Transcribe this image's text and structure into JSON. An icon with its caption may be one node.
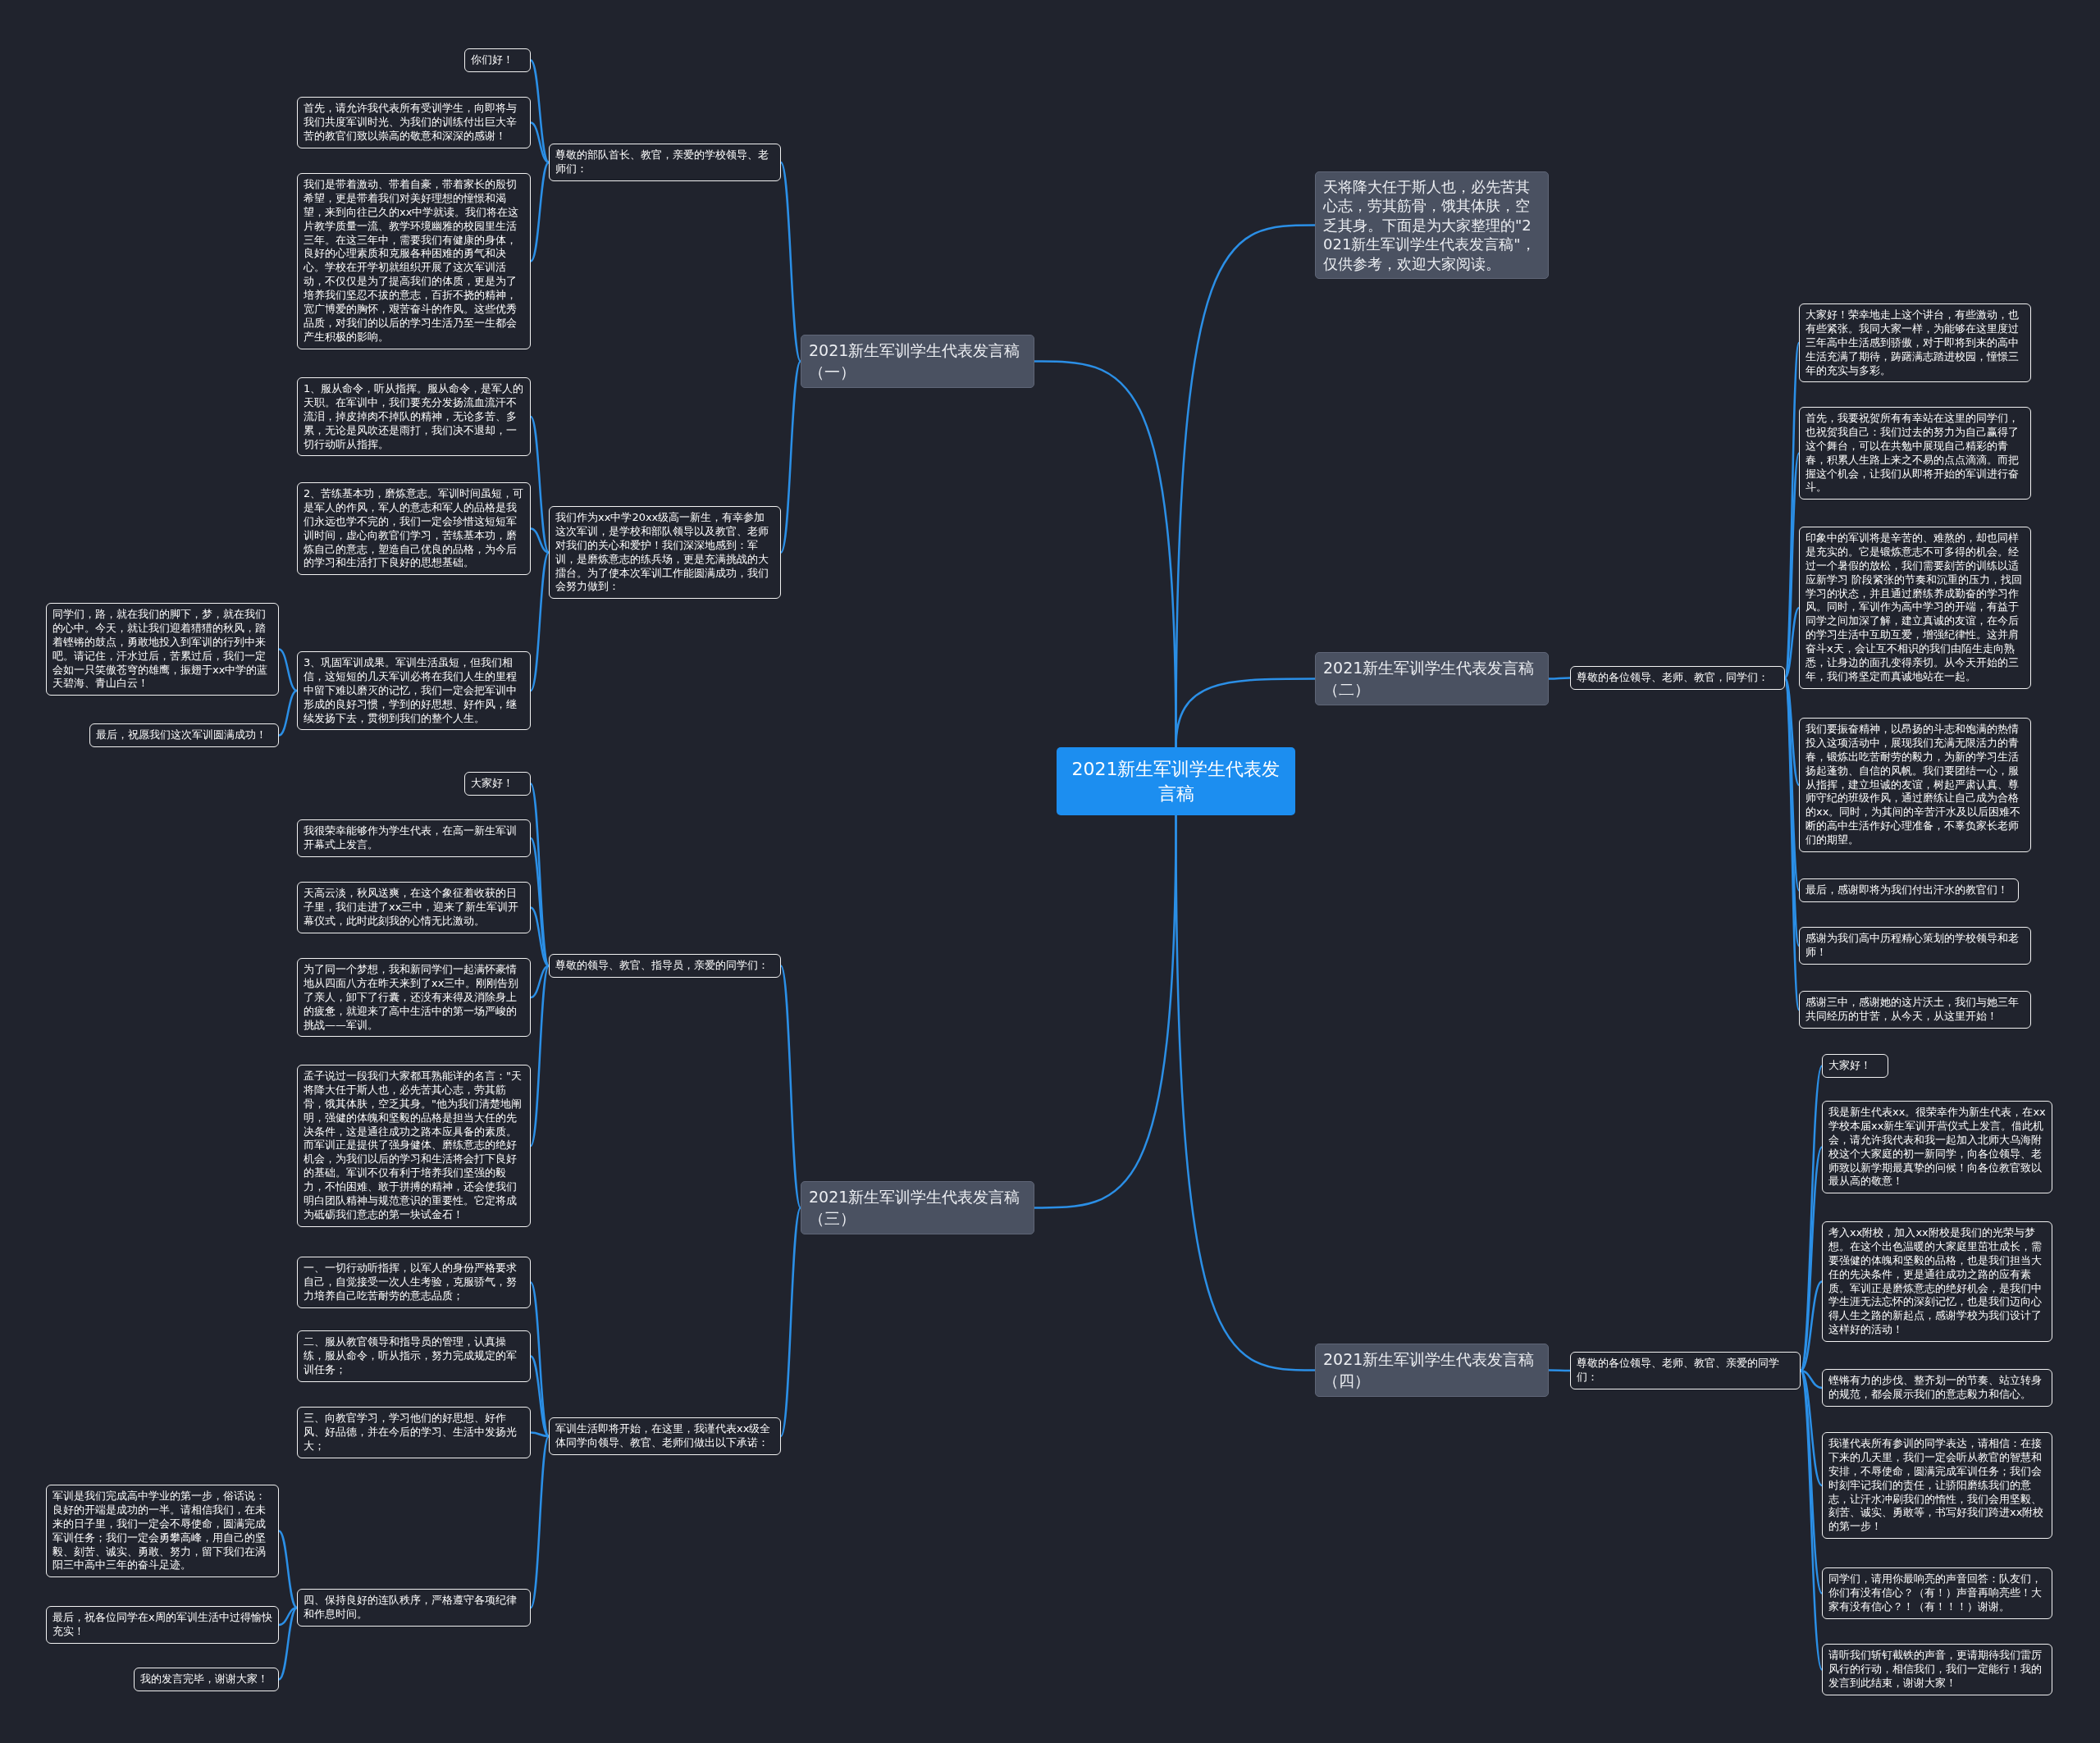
{
  "diagram": {
    "nodes": [
      {
        "text": [
          "2021新生军训学生代表发言稿"
        ]
      },
      {
        "text": [
          "天将降大任于斯人也，必先苦其心志，劳其筋骨，饿其体肤，空乏其身。下面是为大家整理的\"2021新生军训学生代表发言稿\"，仅供参考，欢迎大家阅读。"
        ]
      },
      {
        "text": [
          "2021新生军训学生代表发言稿（一）"
        ]
      },
      {
        "text": [
          "尊敬的部队首长、教官，亲爱的学校领导、老师们："
        ]
      },
      {
        "text": [
          "你们好！"
        ]
      },
      {
        "text": [
          "首先，请允许我代表所有受训学生，向即将与我们共度军训时光、为我们的训练付出巨大辛苦的教官们致以崇高的敬意和深深的感谢！"
        ]
      },
      {
        "text": [
          "我们是带着激动、带着自豪，带着家长的殷切希望，更是带着我们对美好理想的憧憬和渴望，来到向往已久的xx中学就读。我们将在这片教学质量一流、教学环境幽雅的校园里生活三年。在这三年中，需要我们有健康的身体，良好的心理素质和克服各种困难的勇气和决心。学校在开学初就组织开展了这次军训活动，不仅仅是为了提高我们的体质，更是为了培养我们坚忍不拔的意志，百折不挠的精神，宽广博爱的胸怀，艰苦奋斗的作风。这些优秀品质，对我们的以后的学习生活乃至一生都会产生积极的影响。"
        ]
      },
      {
        "text": [
          "我们作为xx中学20xx级高一新生，有幸参加这次军训，是学校和部队领导以及教官、老师对我们的关心和爱护！我们深深地感到：军训，是磨炼意志的练兵场，更是充满挑战的大擂台。为了使本次军训工作能圆满成功，我们会努力做到："
        ]
      },
      {
        "text": [
          "1、服从命令，听从指挥。服从命令，是军人的天职。在军训中，我们要充分发扬流血流汗不流泪，掉皮掉肉不掉队的精神，无论多苦、多累，无论是风吹还是雨打，我们决不退却，一切行动听从指挥。"
        ]
      },
      {
        "text": [
          "2、苦练基本功，磨炼意志。军训时间虽短，可是军人的作风，军人的意志和军人的品格是我们永远也学不完的，我们一定会珍惜这短短军训时间，虚心向教官们学习，苦练基本功，磨炼自己的意志，塑造自己优良的品格，为今后的学习和生活打下良好的思想基础。"
        ]
      },
      {
        "text": [
          "3、巩固军训成果。军训生活虽短，但我们相信，这短短的几天军训必将在我们人生的里程中留下难以磨灭的记忆，我们一定会把军训中形成的良好习惯，学到的好思想、好作风，继续发扬下去，贯彻到我们的整个人生。"
        ]
      },
      {
        "text": [
          "同学们，路，就在我们的脚下，梦，就在我们的心中。今天，就让我们迎着猎猎的秋风，踏着铿锵的鼓点，勇敢地投入到军训的行列中来吧。请记住，汗水过后，苦累过后，我们一定会如一只笑傲苍穹的雄鹰，振翅于xx中学的蓝天碧海、青山白云！"
        ]
      },
      {
        "text": [
          "最后，祝愿我们这次军训圆满成功！"
        ]
      },
      {
        "text": [
          "2021新生军训学生代表发言稿（三）"
        ]
      },
      {
        "text": [
          "尊敬的领导、教官、指导员，亲爱的同学们："
        ]
      },
      {
        "text": [
          "大家好！"
        ]
      },
      {
        "text": [
          "我很荣幸能够作为学生代表，在高一新生军训开幕式上发言。"
        ]
      },
      {
        "text": [
          "天高云淡，秋风送爽，在这个象征着收获的日子里，我们走进了xx三中，迎来了新生军训开幕仪式，此时此刻我的心情无比激动。"
        ]
      },
      {
        "text": [
          "为了同一个梦想，我和新同学们一起满怀豪情地从四面八方在昨天来到了xx三中。刚刚告别了亲人，卸下了行囊，还没有来得及消除身上的疲惫，就迎来了高中生活中的第一场严峻的挑战——军训。"
        ]
      },
      {
        "text": [
          "孟子说过一段我们大家都耳熟能详的名言：\"天将降大任于斯人也，必先苦其心志，劳其筋骨，饿其体肤，空乏其身。\"他为我们清楚地阐明，强健的体魄和坚毅的品格是担当大任的先决条件，这是通往成功之路本应具备的素质。而军训正是提供了强身健体、磨练意志的绝好机会，为我们以后的学习和生活将会打下良好的基础。军训不仅有利于培养我们坚强的毅力，不怕困难、敢于拼搏的精神，还会使我们明白团队精神与规范意识的重要性。它定将成为砥砺我们意志的第一块试金石！"
        ]
      },
      {
        "text": [
          "军训生活即将开始，在这里，我谨代表xx级全体同学向领导、教官、老师们做出以下承诺："
        ]
      },
      {
        "text": [
          "一、一切行动听指挥，以军人的身份严格要求自己，自觉接受一次人生考验，克服骄气，努力培养自己吃苦耐劳的意志品质；"
        ]
      },
      {
        "text": [
          "二、服从教官领导和指导员的管理，认真操练，服从命令，听从指示，努力完成规定的军训任务；"
        ]
      },
      {
        "text": [
          "三、向教官学习，学习他们的好思想、好作风、好品德，并在今后的学习、生活中发扬光大；"
        ]
      },
      {
        "text": [
          "四、保持良好的连队秩序，严格遵守各项纪律和作息时间。"
        ]
      },
      {
        "text": [
          "军训是我们完成高中学业的第一步，俗话说：良好的开端是成功的一半。请相信我们，在未来的日子里，我们一定会不辱使命，圆满完成军训任务；我们一定会勇攀高峰，用自己的坚毅、刻苦、诚实、勇敢、努力，留下我们在涡阳三中高中三年的奋斗足迹。"
        ]
      },
      {
        "text": [
          "最后，祝各位同学在x周的军训生活中过得愉快充实！"
        ]
      },
      {
        "text": [
          "我的发言完毕，谢谢大家！"
        ]
      },
      {
        "text": [
          "2021新生军训学生代表发言稿（二）"
        ]
      },
      {
        "text": [
          "尊敬的各位领导、老师、教官，同学们："
        ]
      },
      {
        "text": [
          "大家好！荣幸地走上这个讲台，有些激动，也有些紧张。我同大家一样，为能够在这里度过三年高中生活感到骄傲，对于即将到来的高中生活充满了期待，踌躇满志踏进校园，憧憬三年的充实与多彩。"
        ]
      },
      {
        "text": [
          "首先，我要祝贺所有有幸站在这里的同学们，也祝贺我自己：我们过去的努力为自己赢得了这个舞台，可以在共勉中展现自己精彩的青春，积累人生路上来之不易的点点滴滴。而把握这个机会，让我们从即将开始的军训进行奋斗。"
        ]
      },
      {
        "text": [
          "印象中的军训将是辛苦的、难熬的，却也同样是充实的。它是锻炼意志不可多得的机会。经过一个暑假的放松，我们需要刻苦的训练以适应新学习 阶段紧张的节奏和沉重的压力，找回学习的状态，并且通过磨练养成勤奋的学习作风。同时，军训作为高中学习的开端，有益于同学之间加深了解，建立真诚的友谊，在今后的学习生活中互助互爱，增强纪律性。这并肩奋斗x天，会让互不相识的我们由陌生走向熟悉，让身边的面孔变得亲切。从今天开始的三年，我们将坚定而真诚地站在一起。"
        ]
      },
      {
        "text": [
          "我们要振奋精神，以昂扬的斗志和饱满的热情投入这项活动中，展现我们充满无限活力的青春，锻炼出吃苦耐劳的毅力，为新的学习生活扬起蓬勃、自信的风帆。我们要团结一心，服从指挥，建立坦诚的友谊，树起严肃认真、尊师守纪的班级作风，通过磨练让自己成为合格的xx。同时，为其间的辛苦汗水及以后困难不断的高中生活作好心理准备，不辜负家长老师们的期望。"
        ]
      },
      {
        "text": [
          "最后，感谢即将为我们付出汗水的教官们！"
        ]
      },
      {
        "text": [
          "感谢为我们高中历程精心策划的学校领导和老师！"
        ]
      },
      {
        "text": [
          "感谢三中，感谢她的这片沃土，我们与她三年共同经历的甘苦，从今天，从这里开始！"
        ]
      },
      {
        "text": [
          "2021新生军训学生代表发言稿（四）"
        ]
      },
      {
        "text": [
          "尊敬的各位领导、老师、教官、亲爱的同学们："
        ]
      },
      {
        "text": [
          "大家好！"
        ]
      },
      {
        "text": [
          "我是新生代表xx。很荣幸作为新生代表，在xx学校本届xx新生军训开营仪式上发言。借此机会，请允许我代表和我一起加入北师大乌海附校这个大家庭的初一新同学，向各位领导、老师致以新学期最真挚的问候！向各位教官致以最从高的敬意！"
        ]
      },
      {
        "text": [
          "考入xx附校，加入xx附校是我们的光荣与梦想。在这个出色温暖的大家庭里茁壮成长，需要强健的体魄和坚毅的品格，也是我们担当大任的先决条件，更是通往成功之路的应有素质。军训正是磨炼意志的绝好机会，是我们中学生涯无法忘怀的深刻记忆，也是我们迈向心得人生之路的新起点，感谢学校为我们设计了这样好的活动！"
        ]
      },
      {
        "text": [
          "铿锵有力的步伐、整齐划一的节奏、站立转身的规范，都会展示我们的意志毅力和信心。"
        ]
      },
      {
        "text": [
          "我谨代表所有参训的同学表达，请相信：在接下来的几天里，我们一定会听从教官的智慧和安排，不辱使命，圆满完成军训任务；我们会时刻牢记我们的责任，让骄阳磨练我们的意志，让汗水冲刷我们的惰性，我们会用坚毅、刻苦、诚实、勇敢等，书写好我们跨进xx附校的第一步！"
        ]
      },
      {
        "text": [
          "同学们，请用你最响亮的声音回答：队友们，你们有没有信心？（有！）声音再响亮些！大家有没有信心？！（有！！！）谢谢。"
        ]
      },
      {
        "text": [
          "请听我们斩钉截铁的声音，更请期待我们雷厉风行的行动，相信我们，我们一定能行！我的发言到此结束，谢谢大家！"
        ]
      }
    ],
    "edges": [
      {
        "from": 0,
        "to": 1,
        "arrow": "none"
      },
      {
        "from": 0,
        "to": 2,
        "arrow": "none"
      },
      {
        "from": 2,
        "to": 3,
        "arrow": "none"
      },
      {
        "from": 3,
        "to": 4,
        "arrow": "none"
      },
      {
        "from": 3,
        "to": 5,
        "arrow": "none"
      },
      {
        "from": 3,
        "to": 6,
        "arrow": "none"
      },
      {
        "from": 2,
        "to": 7,
        "arrow": "none"
      },
      {
        "from": 7,
        "to": 8,
        "arrow": "none"
      },
      {
        "from": 7,
        "to": 9,
        "arrow": "none"
      },
      {
        "from": 7,
        "to": 10,
        "arrow": "none"
      },
      {
        "from": 10,
        "to": 11,
        "arrow": "none"
      },
      {
        "from": 10,
        "to": 12,
        "arrow": "none"
      },
      {
        "from": 0,
        "to": 13,
        "arrow": "none"
      },
      {
        "from": 13,
        "to": 14,
        "arrow": "none"
      },
      {
        "from": 14,
        "to": 15,
        "arrow": "none"
      },
      {
        "from": 14,
        "to": 16,
        "arrow": "none"
      },
      {
        "from": 14,
        "to": 17,
        "arrow": "none"
      },
      {
        "from": 14,
        "to": 18,
        "arrow": "none"
      },
      {
        "from": 14,
        "to": 19,
        "arrow": "none"
      },
      {
        "from": 13,
        "to": 20,
        "arrow": "none"
      },
      {
        "from": 20,
        "to": 21,
        "arrow": "none"
      },
      {
        "from": 20,
        "to": 22,
        "arrow": "none"
      },
      {
        "from": 20,
        "to": 23,
        "arrow": "none"
      },
      {
        "from": 20,
        "to": 24,
        "arrow": "none"
      },
      {
        "from": 24,
        "to": 25,
        "arrow": "none"
      },
      {
        "from": 24,
        "to": 26,
        "arrow": "none"
      },
      {
        "from": 24,
        "to": 27,
        "arrow": "none"
      },
      {
        "from": 0,
        "to": 28,
        "arrow": "none"
      },
      {
        "from": 28,
        "to": 29,
        "arrow": "none"
      },
      {
        "from": 29,
        "to": 30,
        "arrow": "none"
      },
      {
        "from": 29,
        "to": 31,
        "arrow": "none"
      },
      {
        "from": 29,
        "to": 32,
        "arrow": "none"
      },
      {
        "from": 29,
        "to": 33,
        "arrow": "none"
      },
      {
        "from": 29,
        "to": 34,
        "arrow": "none"
      },
      {
        "from": 29,
        "to": 35,
        "arrow": "none"
      },
      {
        "from": 29,
        "to": 36,
        "arrow": "none"
      },
      {
        "from": 0,
        "to": 37,
        "arrow": "none"
      },
      {
        "from": 37,
        "to": 38,
        "arrow": "none"
      },
      {
        "from": 38,
        "to": 39,
        "arrow": "none"
      },
      {
        "from": 38,
        "to": 40,
        "arrow": "none"
      },
      {
        "from": 38,
        "to": 41,
        "arrow": "none"
      },
      {
        "from": 38,
        "to": 42,
        "arrow": "none"
      },
      {
        "from": 38,
        "to": 43,
        "arrow": "none"
      },
      {
        "from": 38,
        "to": 44,
        "arrow": "none"
      },
      {
        "from": 38,
        "to": 45,
        "arrow": "none"
      }
    ]
  }
}
